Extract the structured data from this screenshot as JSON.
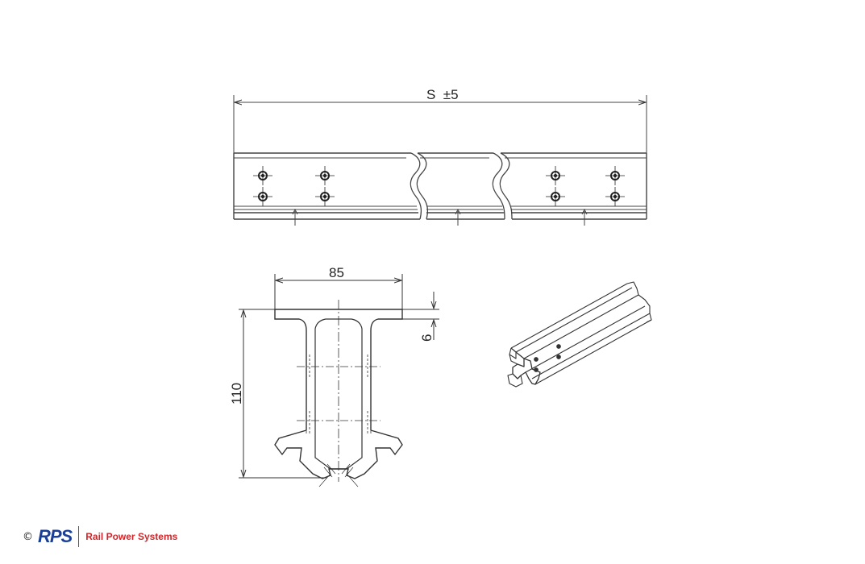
{
  "figure": {
    "length_dimension": "S  ±5",
    "width_dimension": "85",
    "height_dimension": "110",
    "thickness_dimension": "6"
  },
  "footer": {
    "copyright": "©",
    "logo_text": "RPS",
    "company_name": "Rail Power Systems",
    "brand_color": "#1b3f97",
    "accent_color": "#d0262b"
  }
}
